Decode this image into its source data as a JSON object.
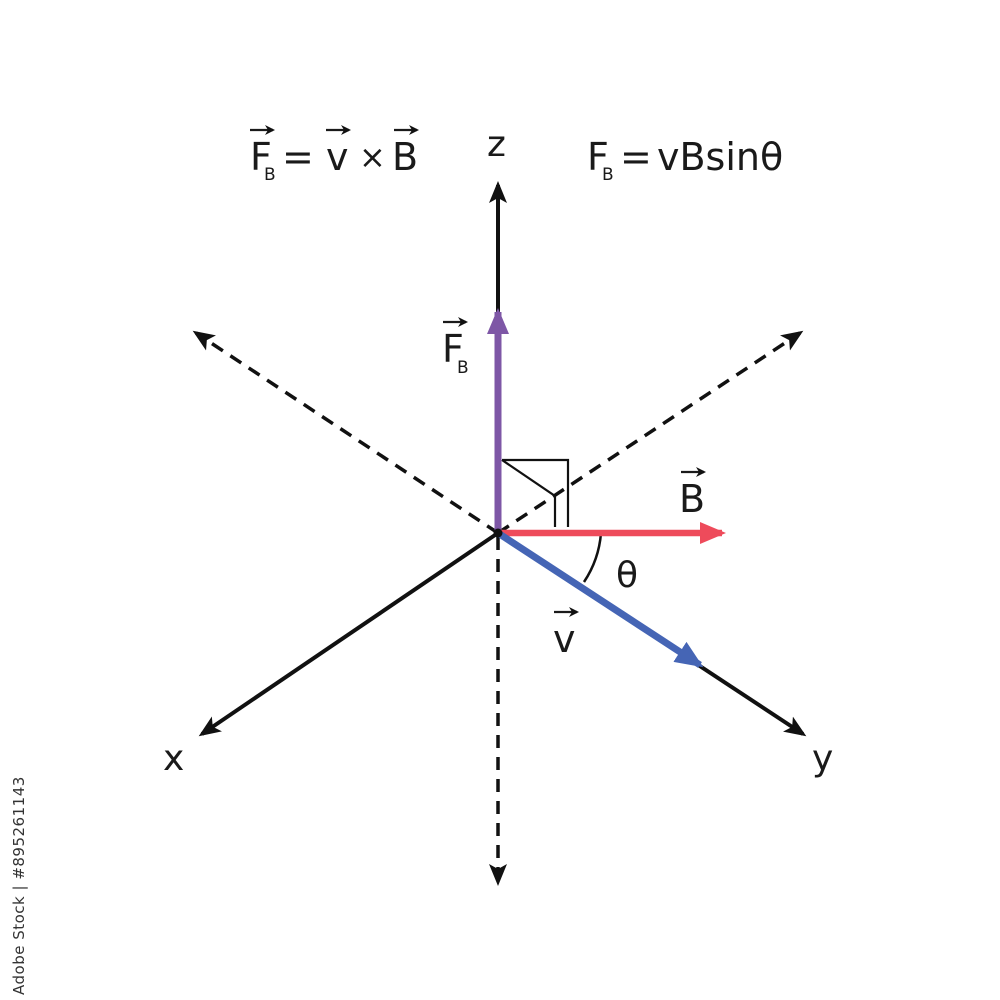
{
  "equations": {
    "cross_product": {
      "lhs_symbol": "F",
      "lhs_subscript": "B",
      "equals": "=",
      "term1": "v",
      "operator": "×",
      "term2": "B"
    },
    "magnitude": {
      "lhs_symbol": "F",
      "lhs_subscript": "B",
      "equals": "=",
      "rhs": "vBsinθ"
    }
  },
  "axes": {
    "x_label": "x",
    "y_label": "y",
    "z_label": "z"
  },
  "vectors": {
    "force": {
      "symbol": "F",
      "subscript": "B",
      "color": "#7e57a6"
    },
    "field": {
      "symbol": "B",
      "color": "#ee4b5b"
    },
    "velocity": {
      "symbol": "v",
      "color": "#4565b5"
    }
  },
  "angle": {
    "symbol": "θ"
  },
  "colors": {
    "axis": "#111111",
    "text": "#1a1a1a"
  },
  "stock_id": "Adobe Stock | #895261143"
}
